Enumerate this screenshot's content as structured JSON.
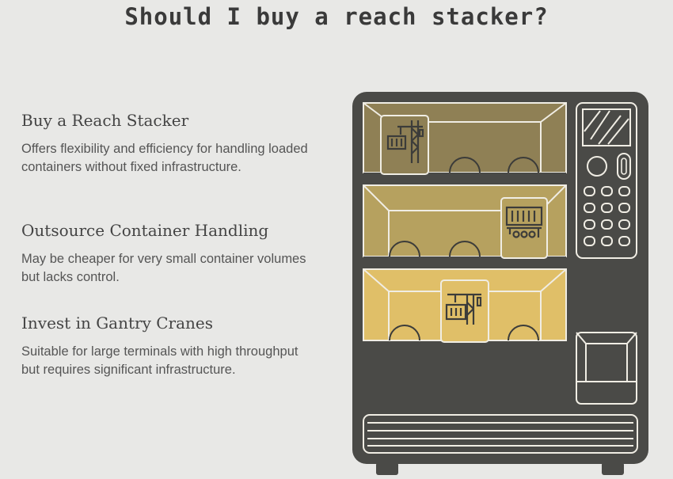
{
  "title": "Should I buy a reach stacker?",
  "options": [
    {
      "heading": "Buy a Reach Stacker",
      "text": "Offers flexibility and efficiency for handling loaded containers without fixed infrastructure."
    },
    {
      "heading": "Outsource Container Handling",
      "text": "May be cheaper for very small container volumes but lacks control."
    },
    {
      "heading": "Invest in Gantry Cranes",
      "text": "Suitable for large terminals with high throughput but requires significant infrastructure."
    }
  ],
  "colors": {
    "shelf_top": "#8f8055",
    "shelf_mid": "#b6a15f",
    "shelf_bottom": "#e0bf68",
    "machine": "#4a4a47"
  },
  "icons": [
    "crane-container-icon",
    "container-truck-icon",
    "gantry-crane-icon"
  ]
}
